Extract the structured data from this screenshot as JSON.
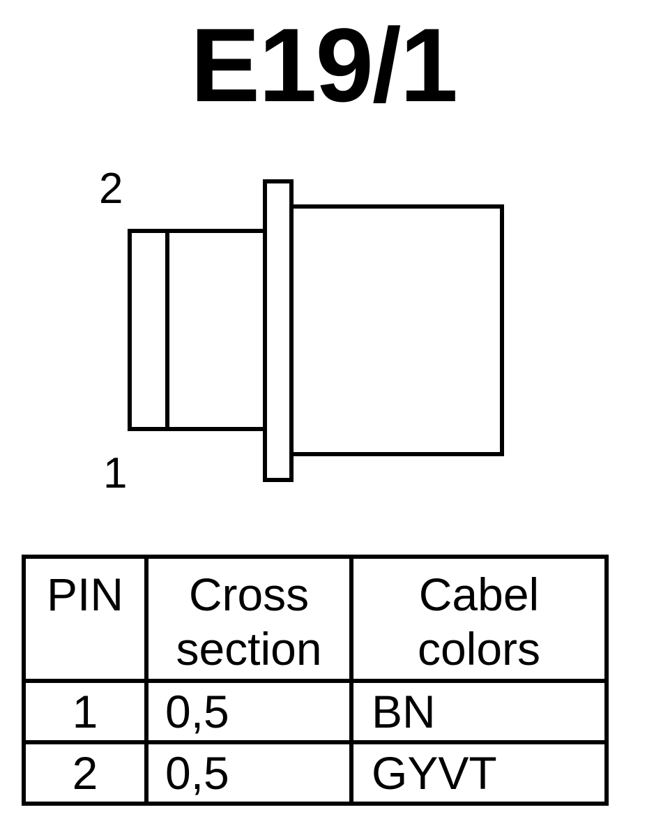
{
  "title": "E19/1",
  "connector": {
    "pin_top_label": "2",
    "pin_bottom_label": "1"
  },
  "table": {
    "headers": {
      "pin": "PIN",
      "cross_line1": "Cross",
      "cross_line2": "section",
      "color_line1": "Cabel",
      "color_line2": "colors"
    },
    "rows": [
      {
        "pin": "1",
        "cross": "0,5",
        "color": "BN"
      },
      {
        "pin": "2",
        "cross": "0,5",
        "color": "GYVT"
      }
    ]
  }
}
